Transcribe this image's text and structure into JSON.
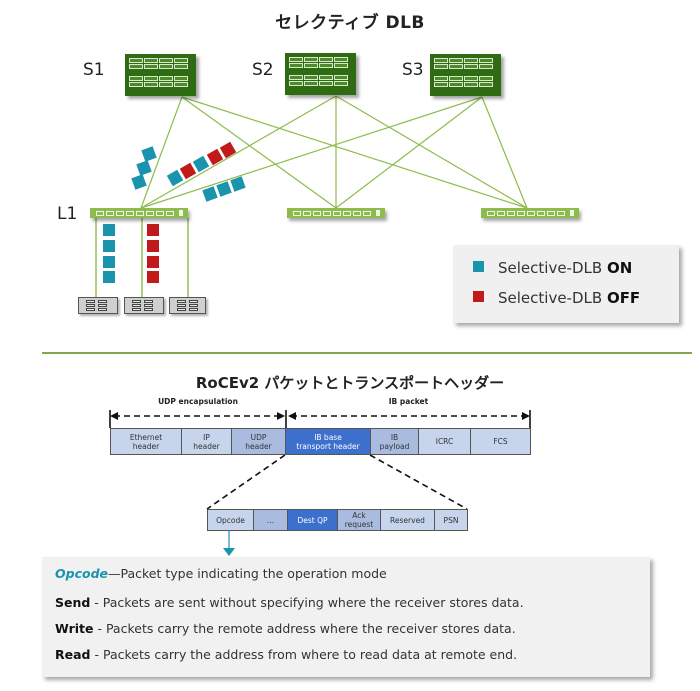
{
  "section1": {
    "title": "セレクティブ DLB",
    "spines": [
      {
        "label": "S1"
      },
      {
        "label": "S2"
      },
      {
        "label": "S3"
      }
    ],
    "leaves": [
      {
        "label": "L1"
      },
      {
        "label": ""
      },
      {
        "label": ""
      }
    ],
    "servers_count": 3,
    "legend": {
      "on": {
        "prefix": "Selective-DLB ",
        "state": "ON",
        "color": "#1a94ad"
      },
      "off": {
        "prefix": "Selective-DLB ",
        "state": "OFF",
        "color": "#c01a1a"
      }
    },
    "colors": {
      "spine": "#2f6b12",
      "leaf": "#8cbc4b",
      "link": "#8cbc4b"
    }
  },
  "section2": {
    "title": "RoCEv2 パケットとトランスポートヘッダー",
    "spans": {
      "udp": "UDP encapsulation",
      "ib": "IB packet"
    },
    "packet_fields": [
      {
        "label": "Ethernet\nheader",
        "color": "#c6d4ec"
      },
      {
        "label": "IP\nheader",
        "color": "#c6d4ec"
      },
      {
        "label": "UDP\nheader",
        "color": "#a9bce0"
      },
      {
        "label": "IB base\ntransport header",
        "color": "#3d6fcc"
      },
      {
        "label": "IB\npayload",
        "color": "#a9bce0"
      },
      {
        "label": "ICRC",
        "color": "#c6d4ec"
      },
      {
        "label": "FCS",
        "color": "#c6d4ec"
      }
    ],
    "bth_fields": [
      {
        "label": "Opcode",
        "color": "#c6d4ec"
      },
      {
        "label": "...",
        "color": "#a9bce0"
      },
      {
        "label": "Dest QP",
        "color": "#3d6fcc"
      },
      {
        "label": "Ack\nrequest",
        "color": "#a9bce0"
      },
      {
        "label": "Reserved",
        "color": "#c6d4ec"
      },
      {
        "label": "PSN",
        "color": "#c6d4ec"
      }
    ],
    "description": {
      "opcode_term": "Opcode",
      "opcode_text": "—Packet type indicating the operation mode",
      "items": [
        {
          "term": "Send",
          "sep": " - ",
          "text": "Packets are sent without specifying where the receiver stores data."
        },
        {
          "term": "Write",
          "sep": " - ",
          "text": "Packets carry the remote address where the receiver stores data."
        },
        {
          "term": "Read",
          "sep": " - ",
          "text": "Packets carry the address from where to read data at remote end."
        }
      ]
    }
  }
}
